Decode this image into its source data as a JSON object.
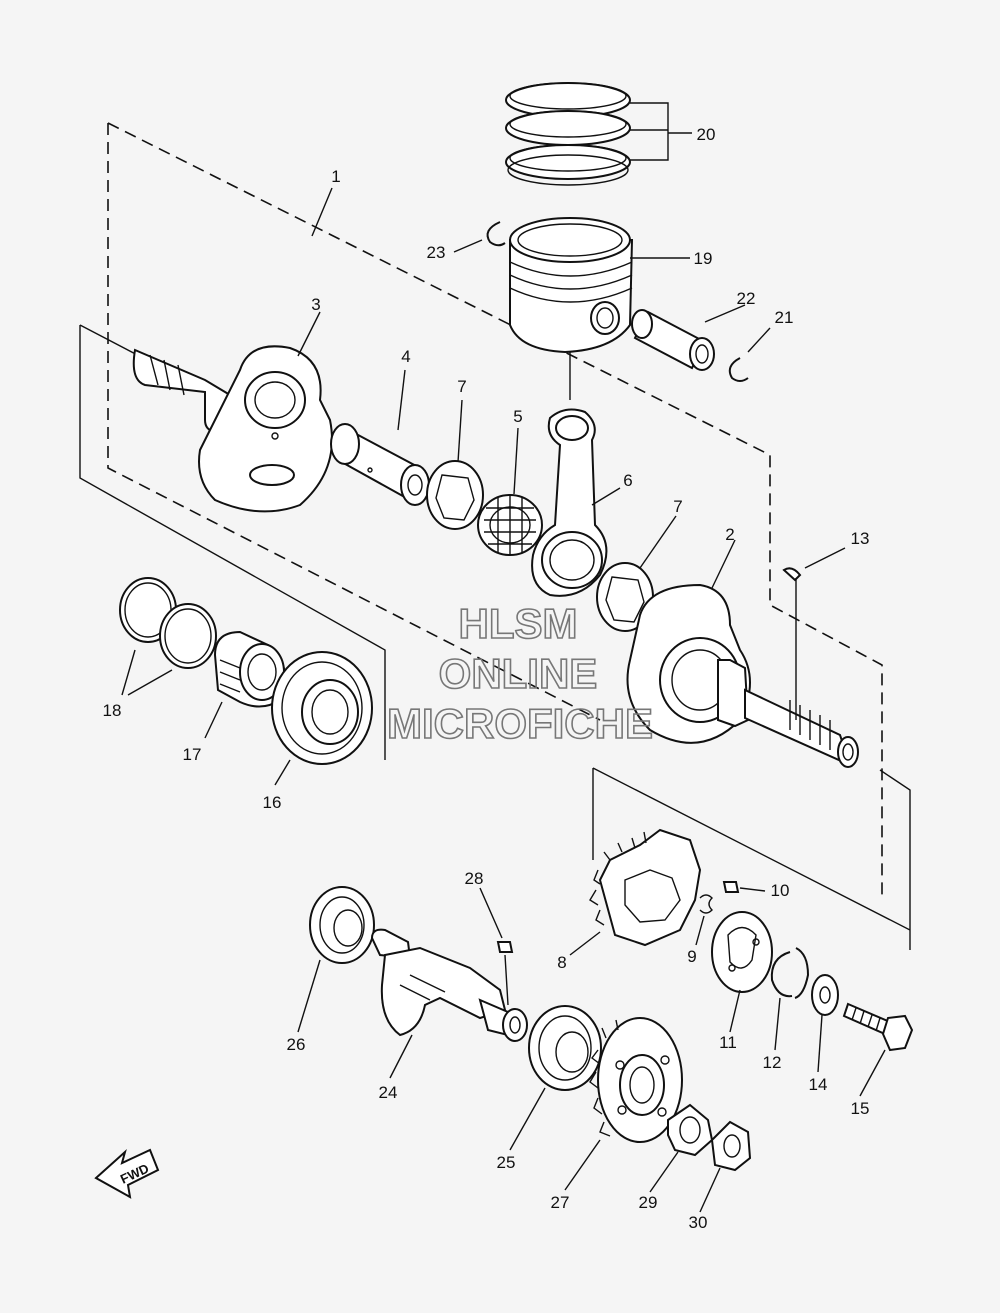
{
  "watermark": {
    "line1": "HLSM",
    "line2": "ONLINE",
    "line3": "MICROFICHE"
  },
  "direction_label": "FWD",
  "callouts": {
    "p1": "1",
    "p2": "2",
    "p3": "3",
    "p4": "4",
    "p5": "5",
    "p6": "6",
    "p7a": "7",
    "p7b": "7",
    "p8": "8",
    "p9": "9",
    "p10": "10",
    "p11": "11",
    "p12": "12",
    "p13": "13",
    "p14": "14",
    "p15": "15",
    "p16": "16",
    "p17": "17",
    "p18": "18",
    "p19": "19",
    "p20": "20",
    "p21": "21",
    "p22": "22",
    "p23": "23",
    "p24": "24",
    "p25": "25",
    "p26": "26",
    "p27": "27",
    "p28": "28",
    "p29": "29",
    "p30": "30"
  }
}
